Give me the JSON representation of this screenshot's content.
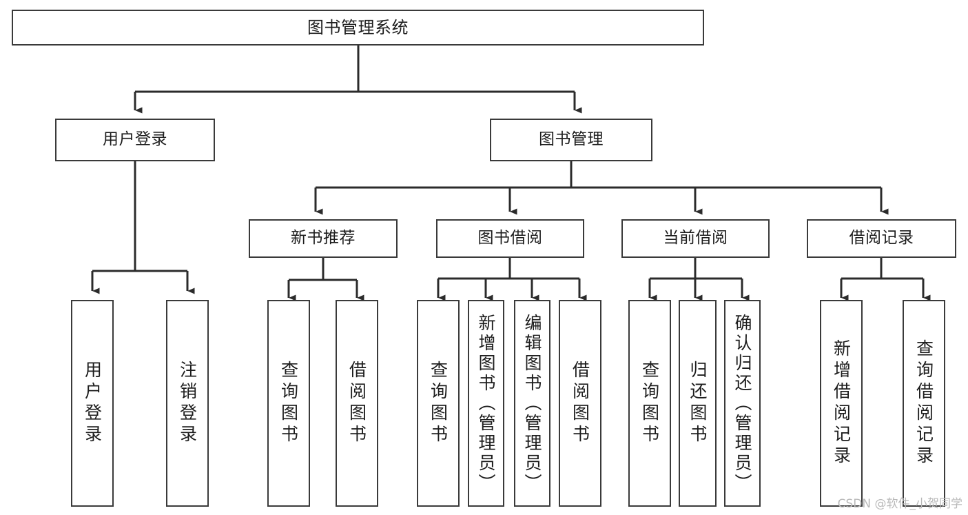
{
  "diagram": {
    "type": "tree-hierarchy-chart",
    "title": "图书管理系统",
    "watermark": "CSDN @软件_小贺同学",
    "colors": {
      "box_border": "#3a3a3a",
      "box_fill": "#ffffff",
      "edge": "#2b2b2b",
      "text": "#1d1d1d",
      "watermark": "#b9b9b9",
      "background": "#ffffff"
    },
    "root": {
      "label": "图书管理系统"
    },
    "level1": [
      {
        "label": "用户登录"
      },
      {
        "label": "图书管理"
      }
    ],
    "level2": [
      {
        "label": "新书推荐"
      },
      {
        "label": "图书借阅"
      },
      {
        "label": "当前借阅"
      },
      {
        "label": "借阅记录"
      }
    ],
    "leaves": {
      "user_login": [
        {
          "label": "用户登录"
        },
        {
          "label": "注销登录"
        }
      ],
      "new_book_recommend": [
        {
          "label": "查询图书"
        },
        {
          "label": "借阅图书"
        }
      ],
      "book_borrow": [
        {
          "label": "查询图书"
        },
        {
          "label": "新增图书（管理员）"
        },
        {
          "label": "编辑图书（管理员）"
        },
        {
          "label": "借阅图书"
        }
      ],
      "current_borrow": [
        {
          "label": "查询图书"
        },
        {
          "label": "归还图书"
        },
        {
          "label": "确认归还（管理员）"
        }
      ],
      "borrow_record": [
        {
          "label": "新增借阅记录"
        },
        {
          "label": "查询借阅记录"
        }
      ]
    }
  }
}
